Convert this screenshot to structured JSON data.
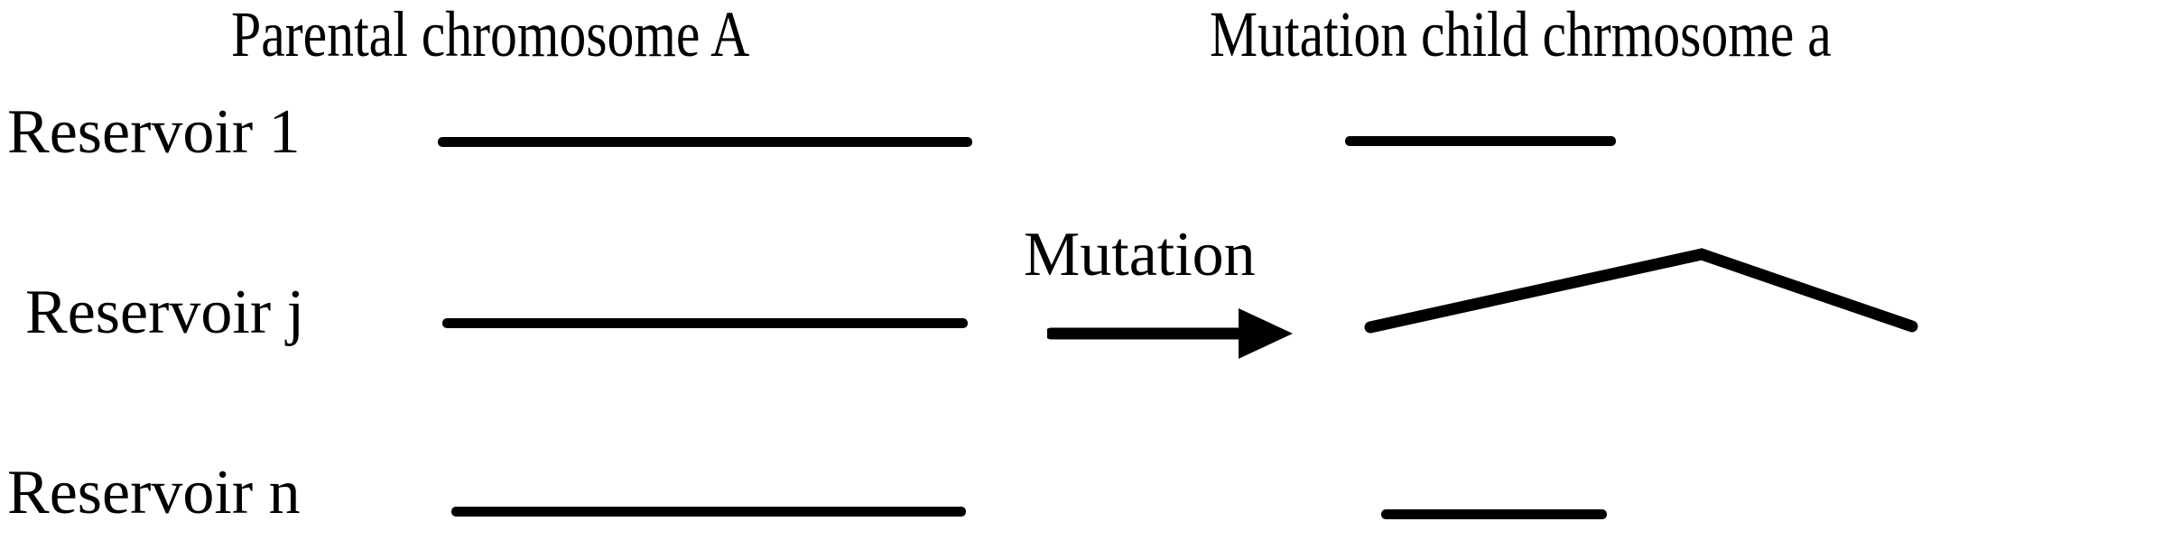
{
  "figure": {
    "background_color": "#ffffff",
    "stroke_color": "#000000"
  },
  "headings": {
    "parental": "Parental chromosome A",
    "mutant": "Mutation child chrmosome a"
  },
  "rows": [
    {
      "label": "Reservoir 1",
      "parent_shape": "straight-line",
      "child_shape": "straight-line"
    },
    {
      "label": "Reservoir j",
      "parent_shape": "straight-line",
      "child_shape": "peaked-line"
    },
    {
      "label": "Reservoir n",
      "parent_shape": "straight-line",
      "child_shape": "straight-line"
    }
  ],
  "operator": {
    "label": "Mutation",
    "icon": "right-arrow-icon"
  }
}
